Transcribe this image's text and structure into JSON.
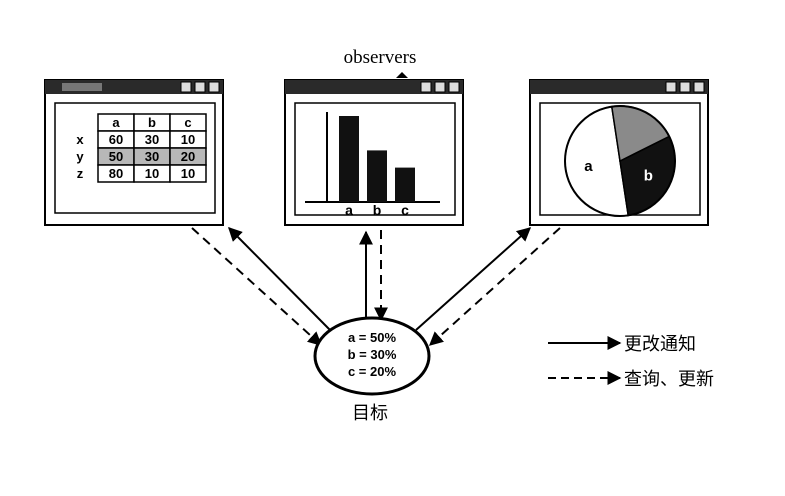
{
  "title": "observers",
  "subject": {
    "label": "目标",
    "lines": [
      "a = 50%",
      "b = 30%",
      "c = 20%"
    ]
  },
  "table_view": {
    "headers": [
      "",
      "a",
      "b",
      "c"
    ],
    "rows": [
      [
        "x",
        "60",
        "30",
        "10"
      ],
      [
        "y",
        "50",
        "30",
        "20"
      ],
      [
        "z",
        "80",
        "10",
        "10"
      ]
    ]
  },
  "bar_view": {
    "categories": [
      "a",
      "b",
      "c"
    ],
    "values": [
      50,
      30,
      20
    ]
  },
  "pie_view": {
    "slices": [
      {
        "label": "a",
        "value": 50,
        "fill": "#ffffff"
      },
      {
        "label": "b",
        "value": 30,
        "fill": "#111111"
      },
      {
        "label": "",
        "value": 20,
        "fill": "#8a8a8a"
      }
    ]
  },
  "legend": [
    {
      "style": "solid",
      "label": "更改通知"
    },
    {
      "style": "dashed",
      "label": "查询、更新"
    }
  ]
}
